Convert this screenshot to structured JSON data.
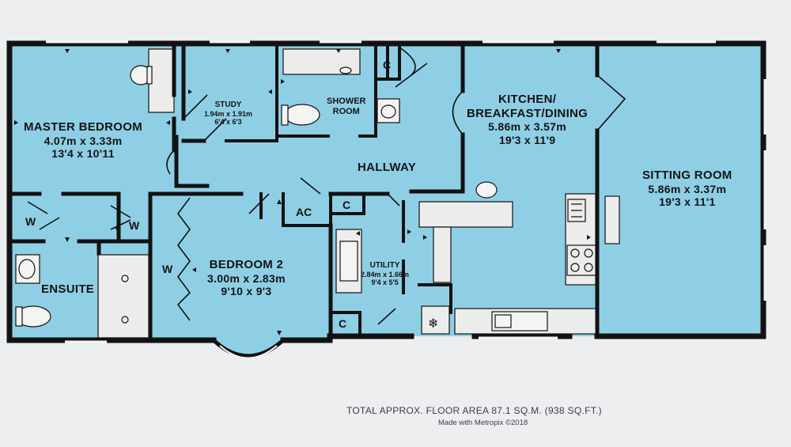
{
  "rooms": {
    "master_bedroom": {
      "name": "MASTER BEDROOM",
      "metric": "4.07m x 3.33m",
      "imperial": "13'4 x 10'11"
    },
    "study": {
      "name": "STUDY",
      "metric": "1.94m x 1.91m",
      "imperial": "6'4 x 6'3"
    },
    "shower_room": {
      "name_line1": "SHOWER",
      "name_line2": "ROOM"
    },
    "kitchen": {
      "name_line1": "KITCHEN/",
      "name_line2": "BREAKFAST/DINING",
      "metric": "5.86m x 3.57m",
      "imperial": "19'3 x 11'9"
    },
    "sitting_room": {
      "name": "SITTING ROOM",
      "metric": "5.86m x 3.37m",
      "imperial": "19'3 x 11'1"
    },
    "hallway": {
      "name": "HALLWAY"
    },
    "bedroom2": {
      "name": "BEDROOM 2",
      "metric": "3.00m x 2.83m",
      "imperial": "9'10 x 9'3"
    },
    "utility": {
      "name": "UTILITY",
      "metric": "2.84m x 1.66m",
      "imperial": "9'4 x 5'5"
    },
    "ensuite": {
      "name": "ENSUITE"
    }
  },
  "cupboards": {
    "c_top": "C",
    "c_mid": "C",
    "c_bottom": "C",
    "ac": "AC",
    "w_left": "W",
    "w_mid": "W",
    "w_bed2": "W"
  },
  "footer": {
    "area": "TOTAL APPROX. FLOOR AREA 87.1 SQ.M. (938 SQ.FT.)",
    "credit": "Made with Metropix ©2018"
  },
  "colors": {
    "room_fill": "#8fcfe6",
    "wall": "#121212",
    "fixture": "#ececea",
    "background": "#eceef0"
  }
}
